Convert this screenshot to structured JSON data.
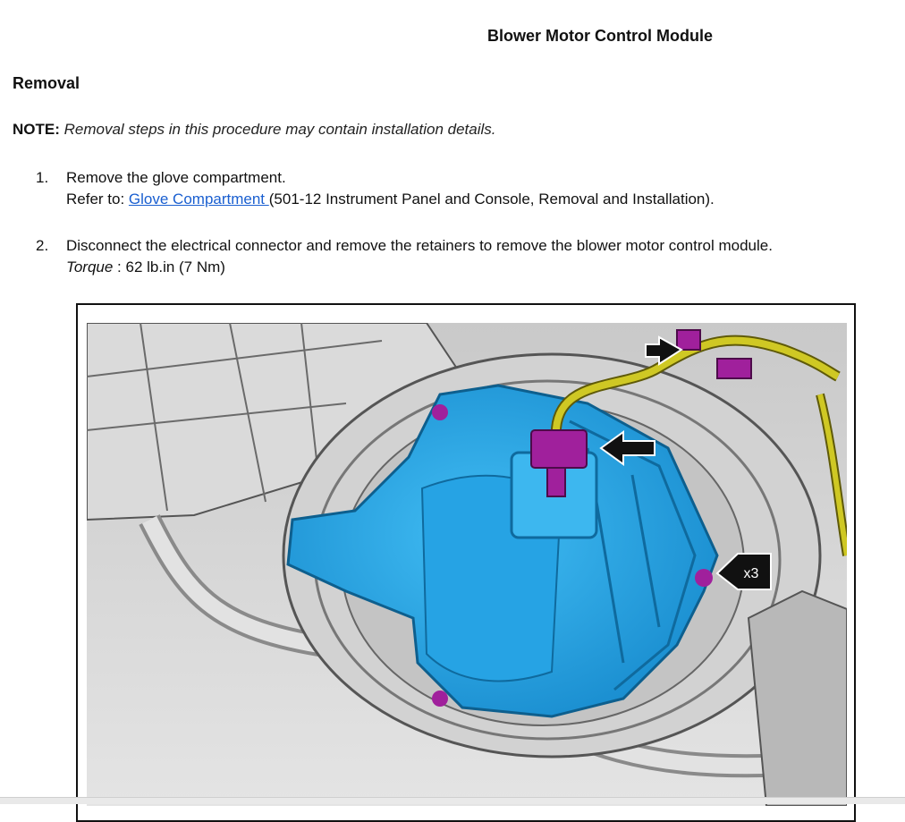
{
  "document": {
    "title": "Blower Motor Control Module",
    "section": "Removal",
    "note_label": "NOTE:",
    "note_text": "Removal steps in this procedure may contain installation details."
  },
  "steps": [
    {
      "number": "1.",
      "text": "Remove the glove compartment.",
      "refer_prefix": "Refer to: ",
      "link_text": "Glove Compartment ",
      "refer_suffix": "(501-12 Instrument Panel and Console, Removal and Installation)."
    },
    {
      "number": "2.",
      "text": "Disconnect the electrical connector and remove the retainers to remove the blower motor control module.",
      "torque_label": "Torque",
      "torque_sep": " : ",
      "torque_value": "62 lb.in (7 Nm)"
    }
  ],
  "figure": {
    "callout": "x3",
    "colors": {
      "module": "#2ab0ef",
      "module_dark": "#1686c4",
      "connector": "#a0209c",
      "wire": "#c9c21e",
      "housing": "#d4d4d4",
      "housing_dark": "#8c8c8c"
    }
  }
}
